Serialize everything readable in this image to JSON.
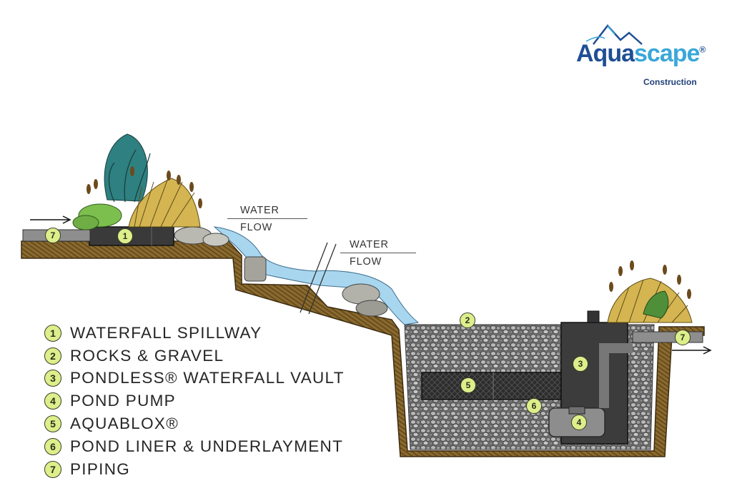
{
  "logo": {
    "brand_part1": "Aqua",
    "brand_part2": "scape",
    "registered": "®",
    "subtitle": "Construction"
  },
  "flow_labels": [
    {
      "line1": "WATER",
      "line2": "FLOW"
    },
    {
      "line1": "WATER",
      "line2": "FLOW"
    }
  ],
  "legend": [
    {
      "number": "1",
      "label": "WATERFALL SPILLWAY"
    },
    {
      "number": "2",
      "label": "ROCKS & GRAVEL"
    },
    {
      "number": "3",
      "label": "PONDLESS® WATERFALL VAULT"
    },
    {
      "number": "4",
      "label": "POND PUMP"
    },
    {
      "number": "5",
      "label": "AQUABLOX®"
    },
    {
      "number": "6",
      "label": "POND LINER & UNDERLAYMENT"
    },
    {
      "number": "7",
      "label": "PIPING"
    }
  ],
  "diagram_markers": {
    "spillway": "1",
    "gravel": "2",
    "vault": "3",
    "pump": "4",
    "aquablox": "5",
    "liner": "6",
    "pipe_in": "7",
    "pipe_out": "7"
  },
  "colors": {
    "soil": "#8a6a2e",
    "soil_dark": "#5e4419",
    "water": "#a9d6ef",
    "gravel": "#8b8b8b",
    "badge": "#dcef8a",
    "vault": "#3a3a3a",
    "brand_dark": "#1f4e94",
    "brand_light": "#3aa7d8"
  }
}
